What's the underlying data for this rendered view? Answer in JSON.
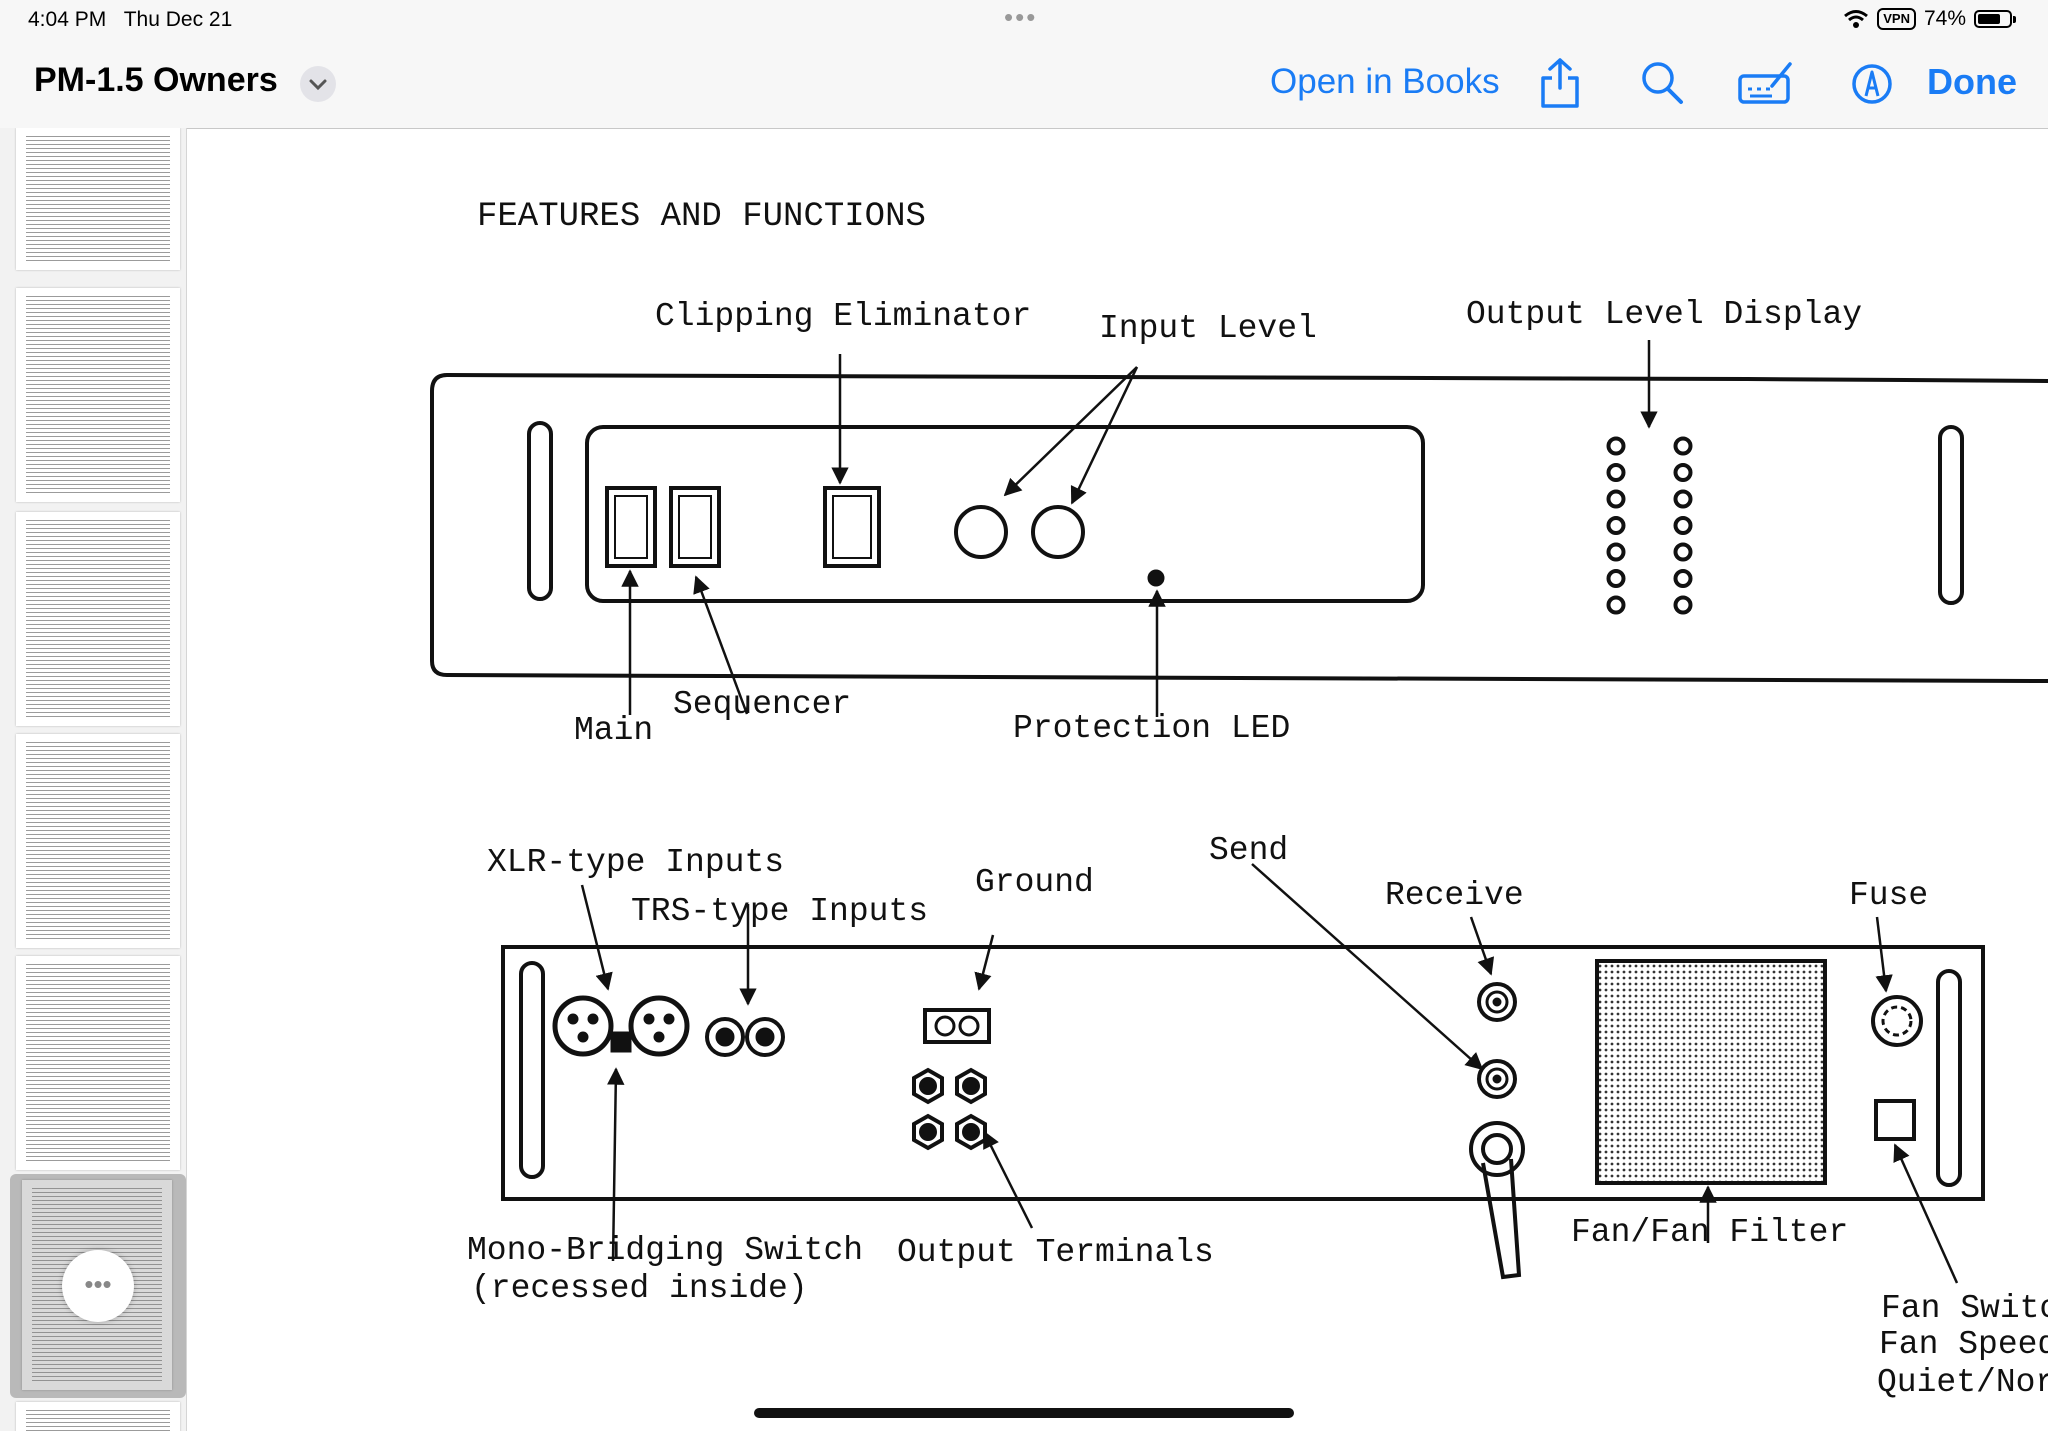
{
  "status_bar": {
    "time": "4:04 PM",
    "date": "Thu Dec 21",
    "vpn": "VPN",
    "battery_percent": "74%",
    "battery_level": 0.74
  },
  "nav_bar": {
    "title": "PM-1.5 Owners",
    "open_in_books": "Open in Books",
    "done": "Done",
    "icons": [
      "chevron-down-icon",
      "share-icon",
      "search-icon",
      "markup-icon",
      "annotate-icon"
    ]
  },
  "sidebar": {
    "more_button": "•••"
  },
  "document": {
    "heading": "FEATURES AND FUNCTIONS",
    "front_panel": {
      "clipping_eliminator": "Clipping Eliminator",
      "input_level": "Input Level",
      "output_level_display": "Output Level Display",
      "main": "Main",
      "sequencer": "Sequencer",
      "protection_led": "Protection LED"
    },
    "rear_panel": {
      "xlr_inputs": "XLR-type Inputs",
      "trs_inputs": "TRS-type Inputs",
      "ground": "Ground",
      "send": "Send",
      "receive": "Receive",
      "fuse": "Fuse",
      "mono_bridging_1": "Mono-Bridging Switch",
      "mono_bridging_2": "(recessed inside)",
      "output_terminals": "Output Terminals",
      "fan_filter": "Fan/Fan Filter",
      "fan_switch_1": "Fan Switc",
      "fan_switch_2": "Fan Speed",
      "fan_switch_3": "Quiet/Nor"
    }
  }
}
